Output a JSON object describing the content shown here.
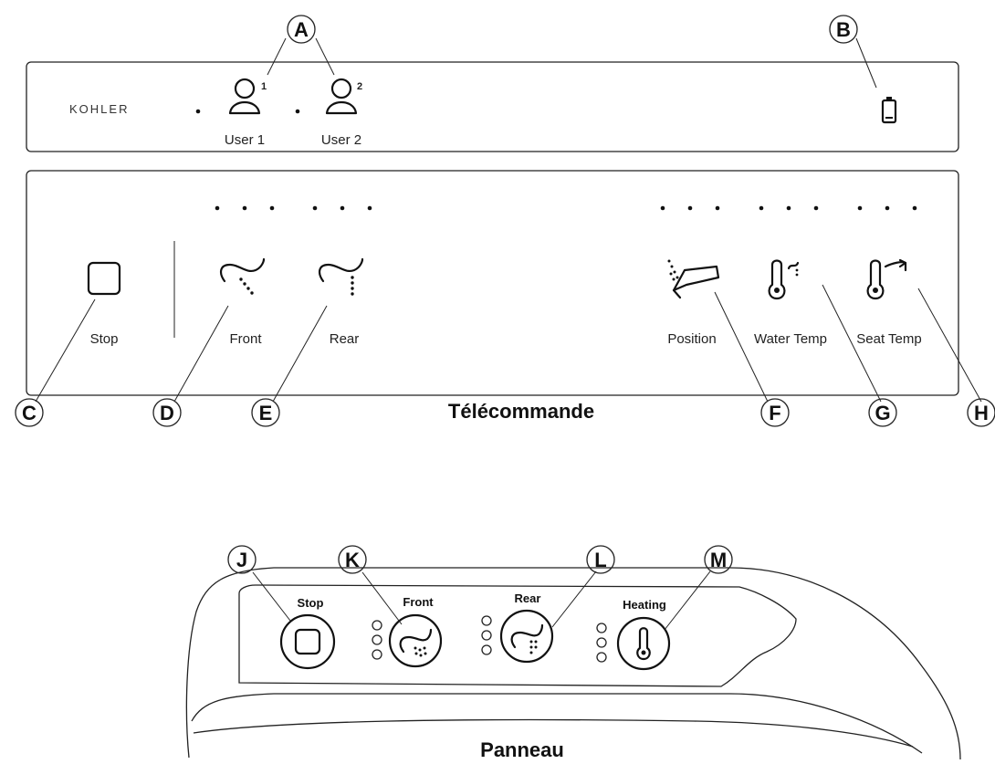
{
  "remote": {
    "brand": "KOHLER",
    "users": [
      {
        "label": "User 1",
        "number": "1"
      },
      {
        "label": "User 2",
        "number": "2"
      }
    ],
    "buttons": {
      "stop": "Stop",
      "front": "Front",
      "rear": "Rear",
      "position": "Position",
      "water_temp": "Water Temp",
      "seat_temp": "Seat Temp"
    },
    "title": "Télécommande"
  },
  "panel": {
    "buttons": {
      "stop": "Stop",
      "front": "Front",
      "rear": "Rear",
      "heating": "Heating"
    },
    "title": "Panneau"
  },
  "callouts": {
    "a": "A",
    "b": "B",
    "c": "C",
    "d": "D",
    "e": "E",
    "f": "F",
    "g": "G",
    "h": "H",
    "j": "J",
    "k": "K",
    "l": "L",
    "m": "M"
  }
}
